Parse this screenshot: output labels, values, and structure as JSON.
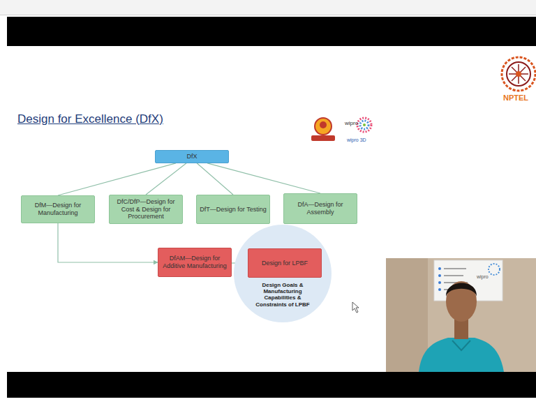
{
  "diagram": {
    "title": "Design for Excellence (DfX)",
    "nodes": [
      {
        "text": [
          "DfX"
        ]
      },
      {
        "text": [
          "DfM—Design for Manufacturing"
        ]
      },
      {
        "text": [
          "DfC/DfP—Design for Cost & Design for Procurement"
        ]
      },
      {
        "text": [
          "DfT—Design for Testing"
        ]
      },
      {
        "text": [
          "DfA—Design for Assembly"
        ]
      },
      {
        "text": [
          "DfAM—Design for Additive Manufacturing"
        ]
      },
      {
        "text": [
          "Design Goals & Manufacturing Capabilities & Constraints of LPBF"
        ]
      },
      {
        "text": [
          "Design for LPBF"
        ],
        "in": 6
      }
    ],
    "edges": [
      {
        "from": 0,
        "to": 1,
        "arrow": "none"
      },
      {
        "from": 0,
        "to": 2,
        "arrow": "none"
      },
      {
        "from": 0,
        "to": 3,
        "arrow": "none"
      },
      {
        "from": 0,
        "to": 4,
        "arrow": "none"
      },
      {
        "from": 1,
        "to": 5,
        "arrow": "to"
      },
      {
        "from": 5,
        "to": 7,
        "arrow": "to"
      }
    ],
    "labels": [
      "NPTEL",
      "wipro",
      "wipro 3D",
      "wipro"
    ]
  }
}
